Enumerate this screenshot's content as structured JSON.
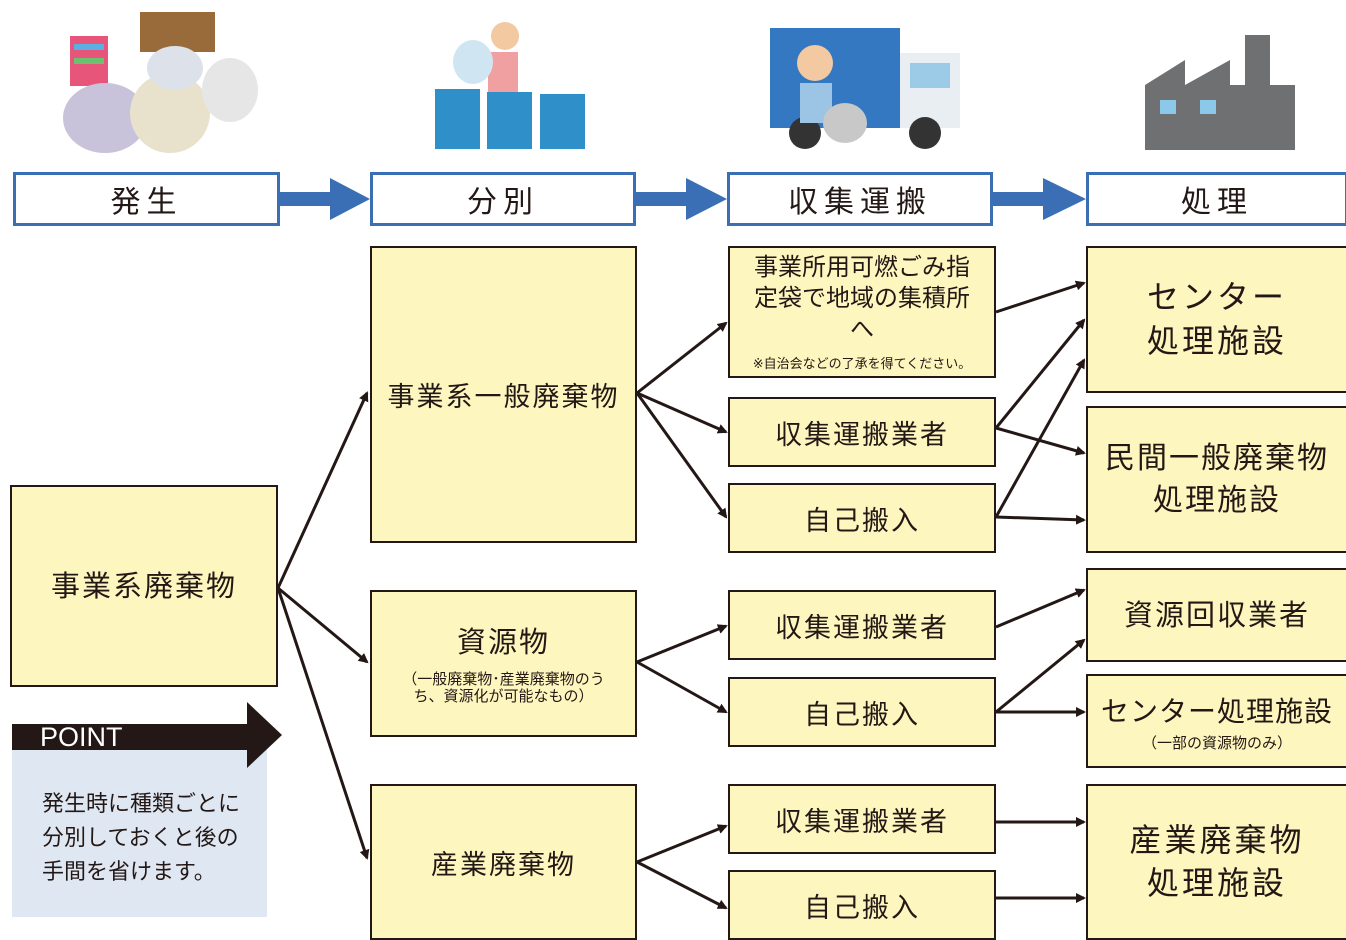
{
  "stages": [
    "発生",
    "分別",
    "収集運搬",
    "処理"
  ],
  "colors": {
    "stage_border": "#3a6fb5",
    "box_fill": "#fdf7bf",
    "point_bg": "#dfe7f3",
    "point_header": "#231815"
  },
  "boxes": {
    "source": "事業系廃棄物",
    "general": "事業系一般廃棄物",
    "recyclable": "資源物",
    "recyclable_note": "（一般廃棄物･産業廃棄物のうち、資源化が可能なもの）",
    "industrial": "産業廃棄物",
    "designated_bag": "事業所用可燃ごみ指定袋で地域の集積所へ",
    "designated_bag_note": "※自治会などの了承を得てください。",
    "collector": "収集運搬業者",
    "self_delivery": "自己搬入",
    "center_facility": "センター処理施設",
    "center_facility_lines": [
      "センター",
      "処理施設"
    ],
    "private_facility_lines": [
      "民間一般廃棄物",
      "処理施設"
    ],
    "recycler": "資源回収業者",
    "center_partial": "センター処理施設",
    "center_partial_note": "（一部の資源物のみ）",
    "industrial_facility_lines": [
      "産業廃棄物",
      "処理施設"
    ]
  },
  "point": {
    "label": "POINT",
    "lines": [
      "発生時に種類ごとに",
      "分別しておくと後の",
      "手間を省けます。"
    ]
  },
  "illustrations": [
    "garbage-pile-icon",
    "sorting-bins-icon",
    "garbage-truck-icon",
    "factory-icon"
  ]
}
